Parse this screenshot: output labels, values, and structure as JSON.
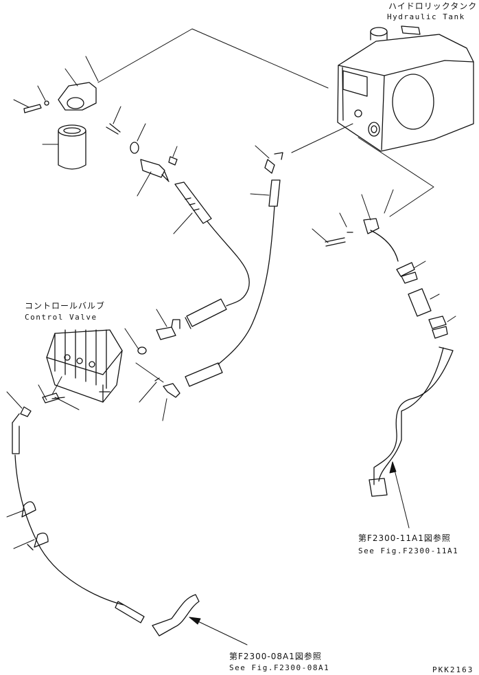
{
  "labels": {
    "tank_jp": "ハイドロリックタンク",
    "tank_en": "Hydraulic Tank",
    "valve_jp": "コントロールバルブ",
    "valve_en": "Control Valve",
    "ref1_jp": "第F2300-11A1図参照",
    "ref1_en": "See Fig.F2300-11A1",
    "ref2_jp": "第F2300-08A1図参照",
    "ref2_en": "See Fig.F2300-08A1",
    "drawing_code": "PKK2163"
  },
  "colors": {
    "ink": "#111111",
    "paper": "#ffffff"
  }
}
